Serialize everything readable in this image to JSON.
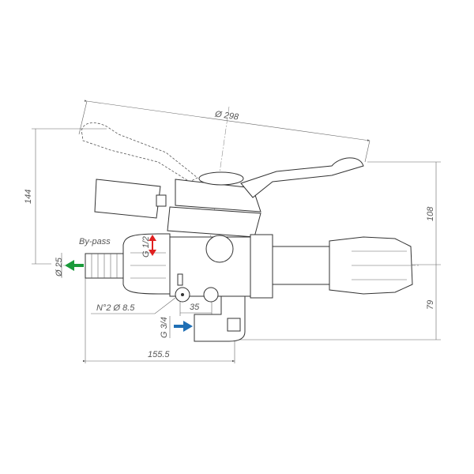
{
  "drawing": {
    "dimensions": {
      "lever_diameter": "Ø 298",
      "height_left": "144",
      "height_upper_right": "108",
      "height_lower_right": "79",
      "bypass_hose": "Ø 25",
      "bypass_label": "By-pass",
      "bypass_thread": "G 1/2",
      "mount_holes": "N°2  Ø  8.5",
      "hole_spacing": "35",
      "inlet_thread": "G 3/4",
      "overall_length": "155.5"
    },
    "colors": {
      "bypass_arrow": "#1a9a3a",
      "thread_arrow": "#e02020",
      "inlet_arrow": "#1f6fb5"
    }
  }
}
